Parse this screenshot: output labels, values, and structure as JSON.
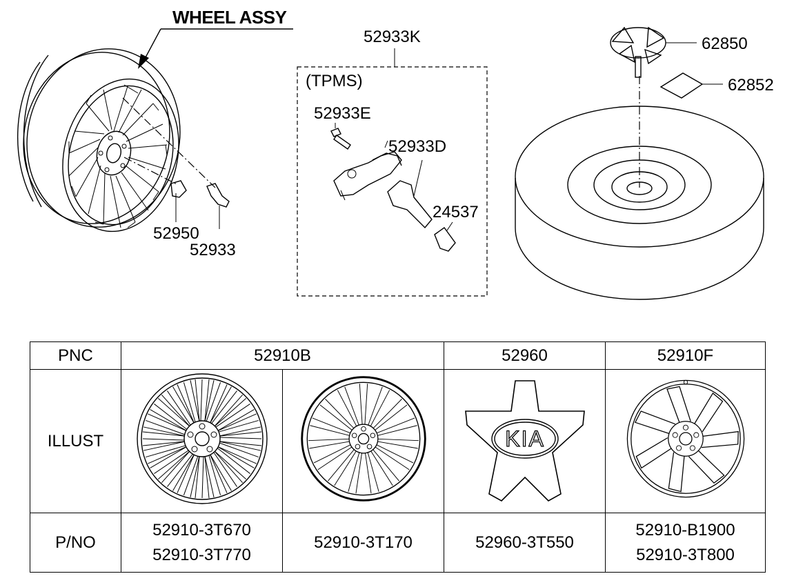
{
  "diagram": {
    "title": "WHEEL ASSY",
    "labels": {
      "tpms_kit": "52933K",
      "tpms": "(TPMS)",
      "screw": "52933E",
      "valve": "52933D",
      "cap": "24537",
      "nut": "52950",
      "valve_stem": "52933",
      "spare_bolt": "62850",
      "spare_label": "62852"
    }
  },
  "table": {
    "row_headers": {
      "pnc": "PNC",
      "illust": "ILLUST",
      "pno": "P/NO"
    },
    "pnc": [
      "52910B",
      "52960",
      "52910F"
    ],
    "columns": [
      {
        "pno": [
          "52910-3T670",
          "52910-3T770"
        ]
      },
      {
        "pno": [
          "52910-3T170"
        ]
      },
      {
        "pno": [
          "52960-3T550"
        ]
      },
      {
        "pno": [
          "52910-B1900",
          "52910-3T800"
        ]
      }
    ],
    "kia_logo": "KIA"
  }
}
